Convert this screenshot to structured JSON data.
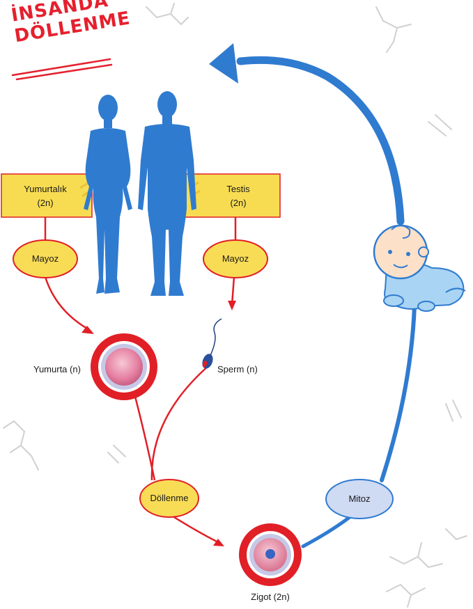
{
  "title": {
    "line1": "İNSANDA",
    "line2": "DÖLLENME"
  },
  "nodes": {
    "ovary_name": "Yumurtalık",
    "ovary_ploidy": "(2n)",
    "testis_name": "Testis",
    "testis_ploidy": "(2n)",
    "meiosis_left": "Mayoz",
    "meiosis_right": "Mayoz",
    "egg": "Yumurta (n)",
    "sperm": "Sperm (n)",
    "fertilization": "Döllenme",
    "mitosis": "Mitoz",
    "zygote": "Zigot (2n)"
  },
  "colors": {
    "title": "#e5202e",
    "body_blue": "#2f7bd0",
    "band_yellow": "#f7dc52",
    "oval_yellow": "#f9dc55",
    "arrow_red": "#e11f26",
    "mitosis_fill": "#cfdaf3",
    "baby_blue": "#a9d4f3"
  }
}
